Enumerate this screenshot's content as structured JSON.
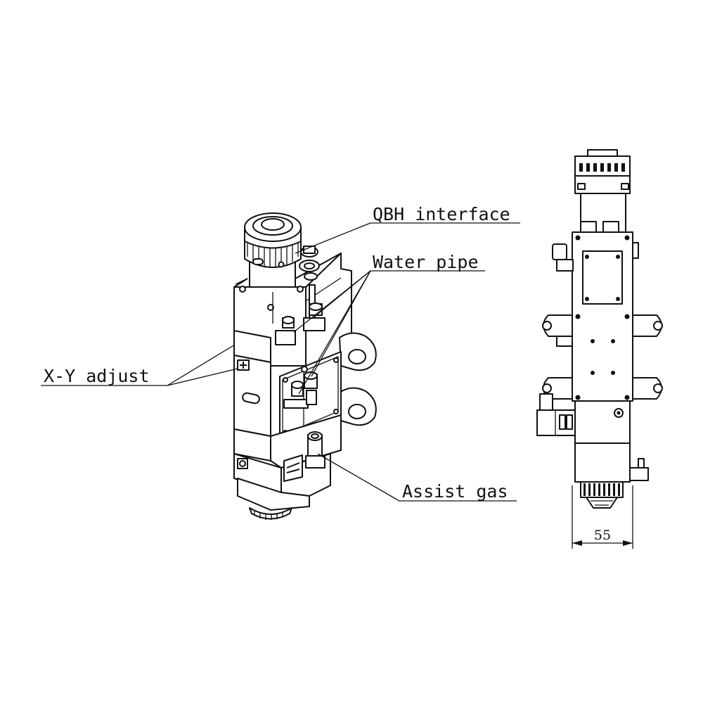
{
  "callouts": {
    "qbh": "QBH interface",
    "water": "Water pipe",
    "xy": "X-Y adjust",
    "gas": "Assist gas"
  },
  "dimension": {
    "width": "55"
  }
}
